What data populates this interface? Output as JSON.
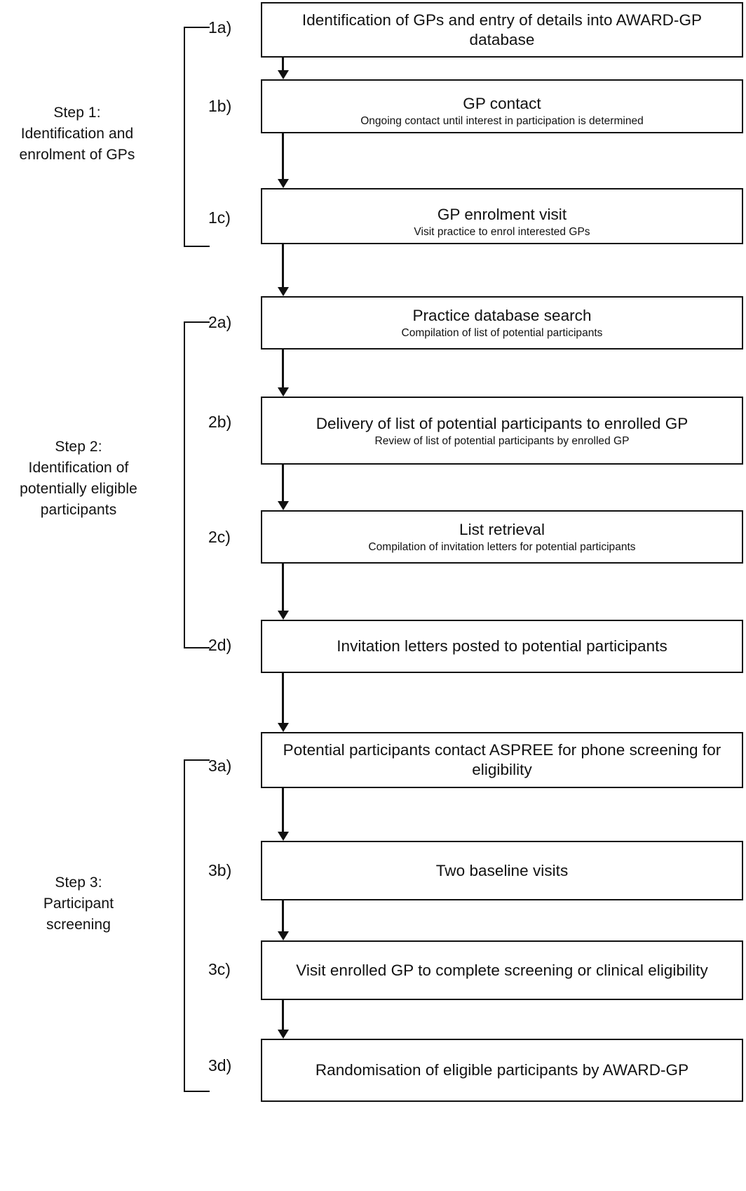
{
  "figure": {
    "kind": "flowchart",
    "orientation": "vertical"
  },
  "steps": [
    {
      "label": "Step 1:\nIdentification and\nenrolment of GPs",
      "codes": [
        "1a)",
        "1b)",
        "1c)"
      ]
    },
    {
      "label": "Step 2:\nIdentification of\npotentially eligible\nparticipants",
      "codes": [
        "2a)",
        "2b)",
        "2c)",
        "2d)"
      ]
    },
    {
      "label": "Step 3:\nParticipant\nscreening",
      "codes": [
        "3a)",
        "3b)",
        "3c)",
        "3d)"
      ]
    }
  ],
  "nodes": [
    {
      "code": "1a)",
      "title": "Identification of GPs and entry of details into AWARD-GP database",
      "subtitle": ""
    },
    {
      "code": "1b)",
      "title": "GP contact",
      "subtitle": "Ongoing contact until interest in participation is determined"
    },
    {
      "code": "1c)",
      "title": "GP enrolment visit",
      "subtitle": "Visit practice to enrol interested GPs"
    },
    {
      "code": "2a)",
      "title": "Practice database search",
      "subtitle": "Compilation of list of potential participants"
    },
    {
      "code": "2b)",
      "title": "Delivery of list of potential participants to enrolled GP",
      "subtitle": "Review of list of potential participants by enrolled GP"
    },
    {
      "code": "2c)",
      "title": "List retrieval",
      "subtitle": "Compilation of invitation letters for potential participants"
    },
    {
      "code": "2d)",
      "title": "Invitation letters posted to potential participants",
      "subtitle": ""
    },
    {
      "code": "3a)",
      "title": "Potential participants contact ASPREE for phone screening for eligibility",
      "subtitle": ""
    },
    {
      "code": "3b)",
      "title": "Two baseline visits",
      "subtitle": ""
    },
    {
      "code": "3c)",
      "title": "Visit enrolled GP to complete screening or clinical eligibility",
      "subtitle": ""
    },
    {
      "code": "3d)",
      "title": "Randomisation of eligible participants by AWARD-GP",
      "subtitle": ""
    }
  ],
  "colors": {
    "ink": "#111111",
    "paper": "#ffffff"
  }
}
